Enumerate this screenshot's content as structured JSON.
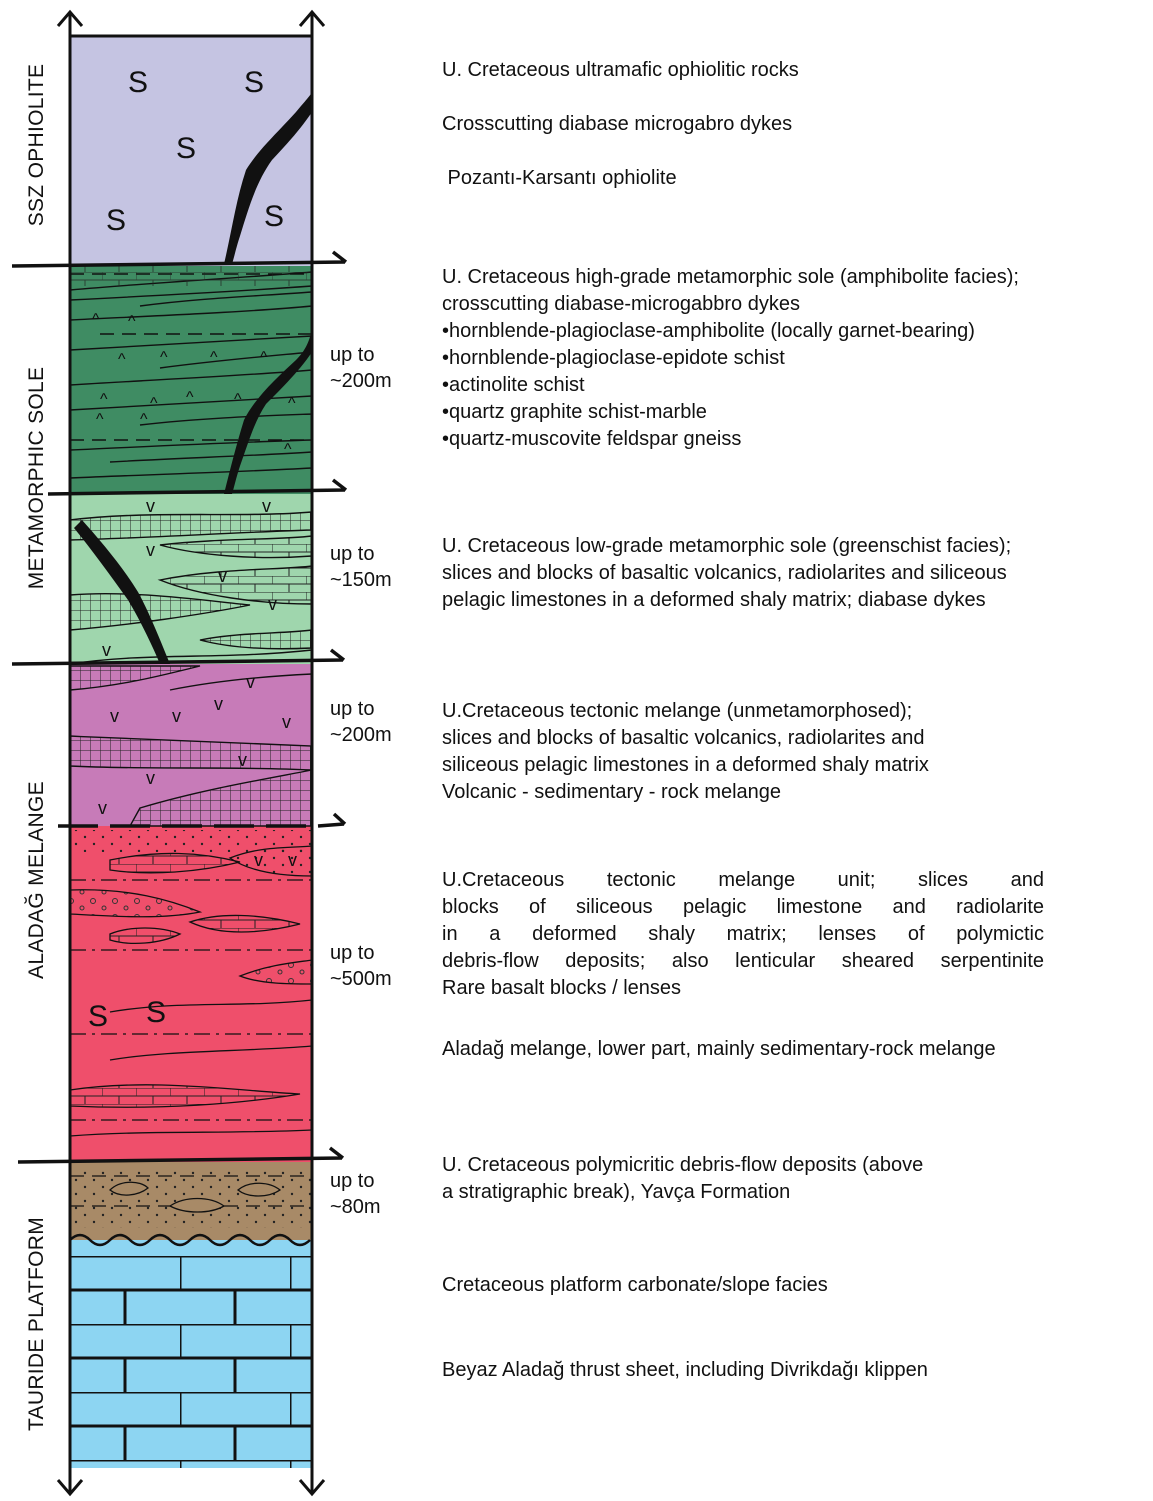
{
  "unit_labels": {
    "ophiolite": "SSZ OPHIOLITE",
    "metamorphic_sole": "METAMORPHIC SOLE",
    "melange": "ALADAĞ MELANGE",
    "platform": "TAURIDE PLATFORM"
  },
  "thicknesses": [
    {
      "line1": "up to",
      "line2": "~200m"
    },
    {
      "line1": "up to",
      "line2": "~150m"
    },
    {
      "line1": "up to",
      "line2": "~200m"
    },
    {
      "line1": "up to",
      "line2": "~500m"
    },
    {
      "line1": "up to",
      "line2": "~80m"
    }
  ],
  "ophiolite_lines": [
    "U. Cretaceous ultramafic ophiolitic rocks",
    "Crosscutting diabase microgabro dykes",
    " Pozantı-Karsantı ophiolite"
  ],
  "high_grade_sole": [
    "U. Cretaceous  high-grade metamorphic sole (amphibolite facies);",
    "crosscutting diabase-microgabbro dykes",
    "•hornblende-plagioclase-amphibolite (locally garnet-bearing)",
    "•hornblende-plagioclase-epidote schist",
    "•actinolite schist",
    "•quartz graphite schist-marble",
    "•quartz-muscovite feldspar gneiss"
  ],
  "low_grade_sole": [
    "U. Cretaceous low-grade metamorphic sole (greenschist facies);",
    "slices and blocks of basaltic volcanics, radiolarites and siliceous",
    "pelagic limestones in a deformed shaly  matrix; diabase dykes"
  ],
  "volcanic_melange": [
    "U.Cretaceous  tectonic  melange  (unmetamorphosed);",
    "slices and blocks of basaltic volcanics, radiolarites and",
    "siliceous pelagic limestones in a deformed shaly matrix",
    "Volcanic - sedimentary - rock melange"
  ],
  "sedimentary_melange": {
    "justified": [
      "U.Cretaceous tectonic melange unit; slices and",
      "blocks of siliceous pelagic limestone and radiolarite",
      "in a deformed  shaly matrix; lenses of polymictic",
      "debris-flow deposits; also lenticular sheared serpentinite"
    ],
    "last": "Rare basalt blocks / lenses",
    "lower": "Aladağ melange, lower part, mainly sedimentary-rock melange"
  },
  "yavca": [
    "U. Cretaceous polymicritic debris-flow deposits (above",
    "a stratigraphic break), Yavça Formation"
  ],
  "platform_lines": [
    "Cretaceous platform carbonate/slope facies",
    "Beyaz Aladağ thrust sheet, including Divrikdağı klippen"
  ],
  "serpentinite_symbol": "S",
  "volcanic_symbol": "v",
  "amphibolite_symbol": "^",
  "colors": {
    "ophiolite": "#c5c4e2",
    "high_grade_sole": "#3f8c63",
    "low_grade_sole": "#9fd6ad",
    "volcanic_melange": "#c77bb8",
    "sedimentary_melange": "#ef4f6b",
    "yavca": "#a88a67",
    "platform": "#8dd5f2"
  }
}
